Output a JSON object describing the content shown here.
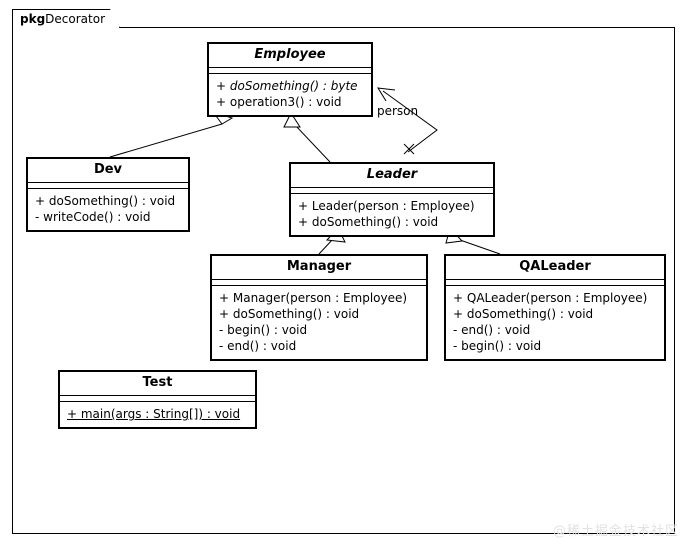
{
  "package": {
    "keyword": "pkg",
    "name": "Decorator"
  },
  "classes": {
    "employee": {
      "name": "Employee",
      "abstract": true,
      "operations": [
        {
          "text": "+ doSomething() : byte",
          "abstract": true,
          "static": false
        },
        {
          "text": "+ operation3() : void",
          "abstract": false,
          "static": false
        }
      ]
    },
    "dev": {
      "name": "Dev",
      "abstract": false,
      "operations": [
        {
          "text": "+ doSomething() : void",
          "abstract": false,
          "static": false
        },
        {
          "text": "- writeCode() : void",
          "abstract": false,
          "static": false
        }
      ]
    },
    "leader": {
      "name": "Leader",
      "abstract": true,
      "operations": [
        {
          "text": "+ Leader(person : Employee)",
          "abstract": false,
          "static": false
        },
        {
          "text": "+ doSomething() : void",
          "abstract": false,
          "static": false
        }
      ]
    },
    "manager": {
      "name": "Manager",
      "abstract": false,
      "operations": [
        {
          "text": "+ Manager(person : Employee)",
          "abstract": false,
          "static": false
        },
        {
          "text": "+ doSomething() : void",
          "abstract": false,
          "static": false
        },
        {
          "text": "- begin() : void",
          "abstract": false,
          "static": false
        },
        {
          "text": "- end() : void",
          "abstract": false,
          "static": false
        }
      ]
    },
    "qaleader": {
      "name": "QALeader",
      "abstract": false,
      "operations": [
        {
          "text": "+ QALeader(person : Employee)",
          "abstract": false,
          "static": false
        },
        {
          "text": "+ doSomething() : void",
          "abstract": false,
          "static": false
        },
        {
          "text": "- end() : void",
          "abstract": false,
          "static": false
        },
        {
          "text": "- begin() : void",
          "abstract": false,
          "static": false
        }
      ]
    },
    "test": {
      "name": "Test",
      "abstract": false,
      "operations": [
        {
          "text": "+ main(args : String[]) : void",
          "abstract": false,
          "static": true
        }
      ]
    }
  },
  "relations": {
    "dev_extends_employee": {
      "type": "generalization",
      "from": "Dev",
      "to": "Employee",
      "label": ""
    },
    "leader_extends_employee": {
      "type": "generalization",
      "from": "Leader",
      "to": "Employee",
      "label": ""
    },
    "manager_extends_leader": {
      "type": "generalization",
      "from": "Manager",
      "to": "Leader",
      "label": ""
    },
    "qaleader_extends_leader": {
      "type": "generalization",
      "from": "QALeader",
      "to": "Leader",
      "label": ""
    },
    "leader_has_person": {
      "type": "association",
      "from": "Leader",
      "to": "Employee",
      "label": "person"
    }
  },
  "watermark": {
    "text": "@稀土掘金技术社区"
  },
  "colors": {
    "line": "#000000",
    "background": "#ffffff",
    "watermark": "#e2e2e2"
  }
}
